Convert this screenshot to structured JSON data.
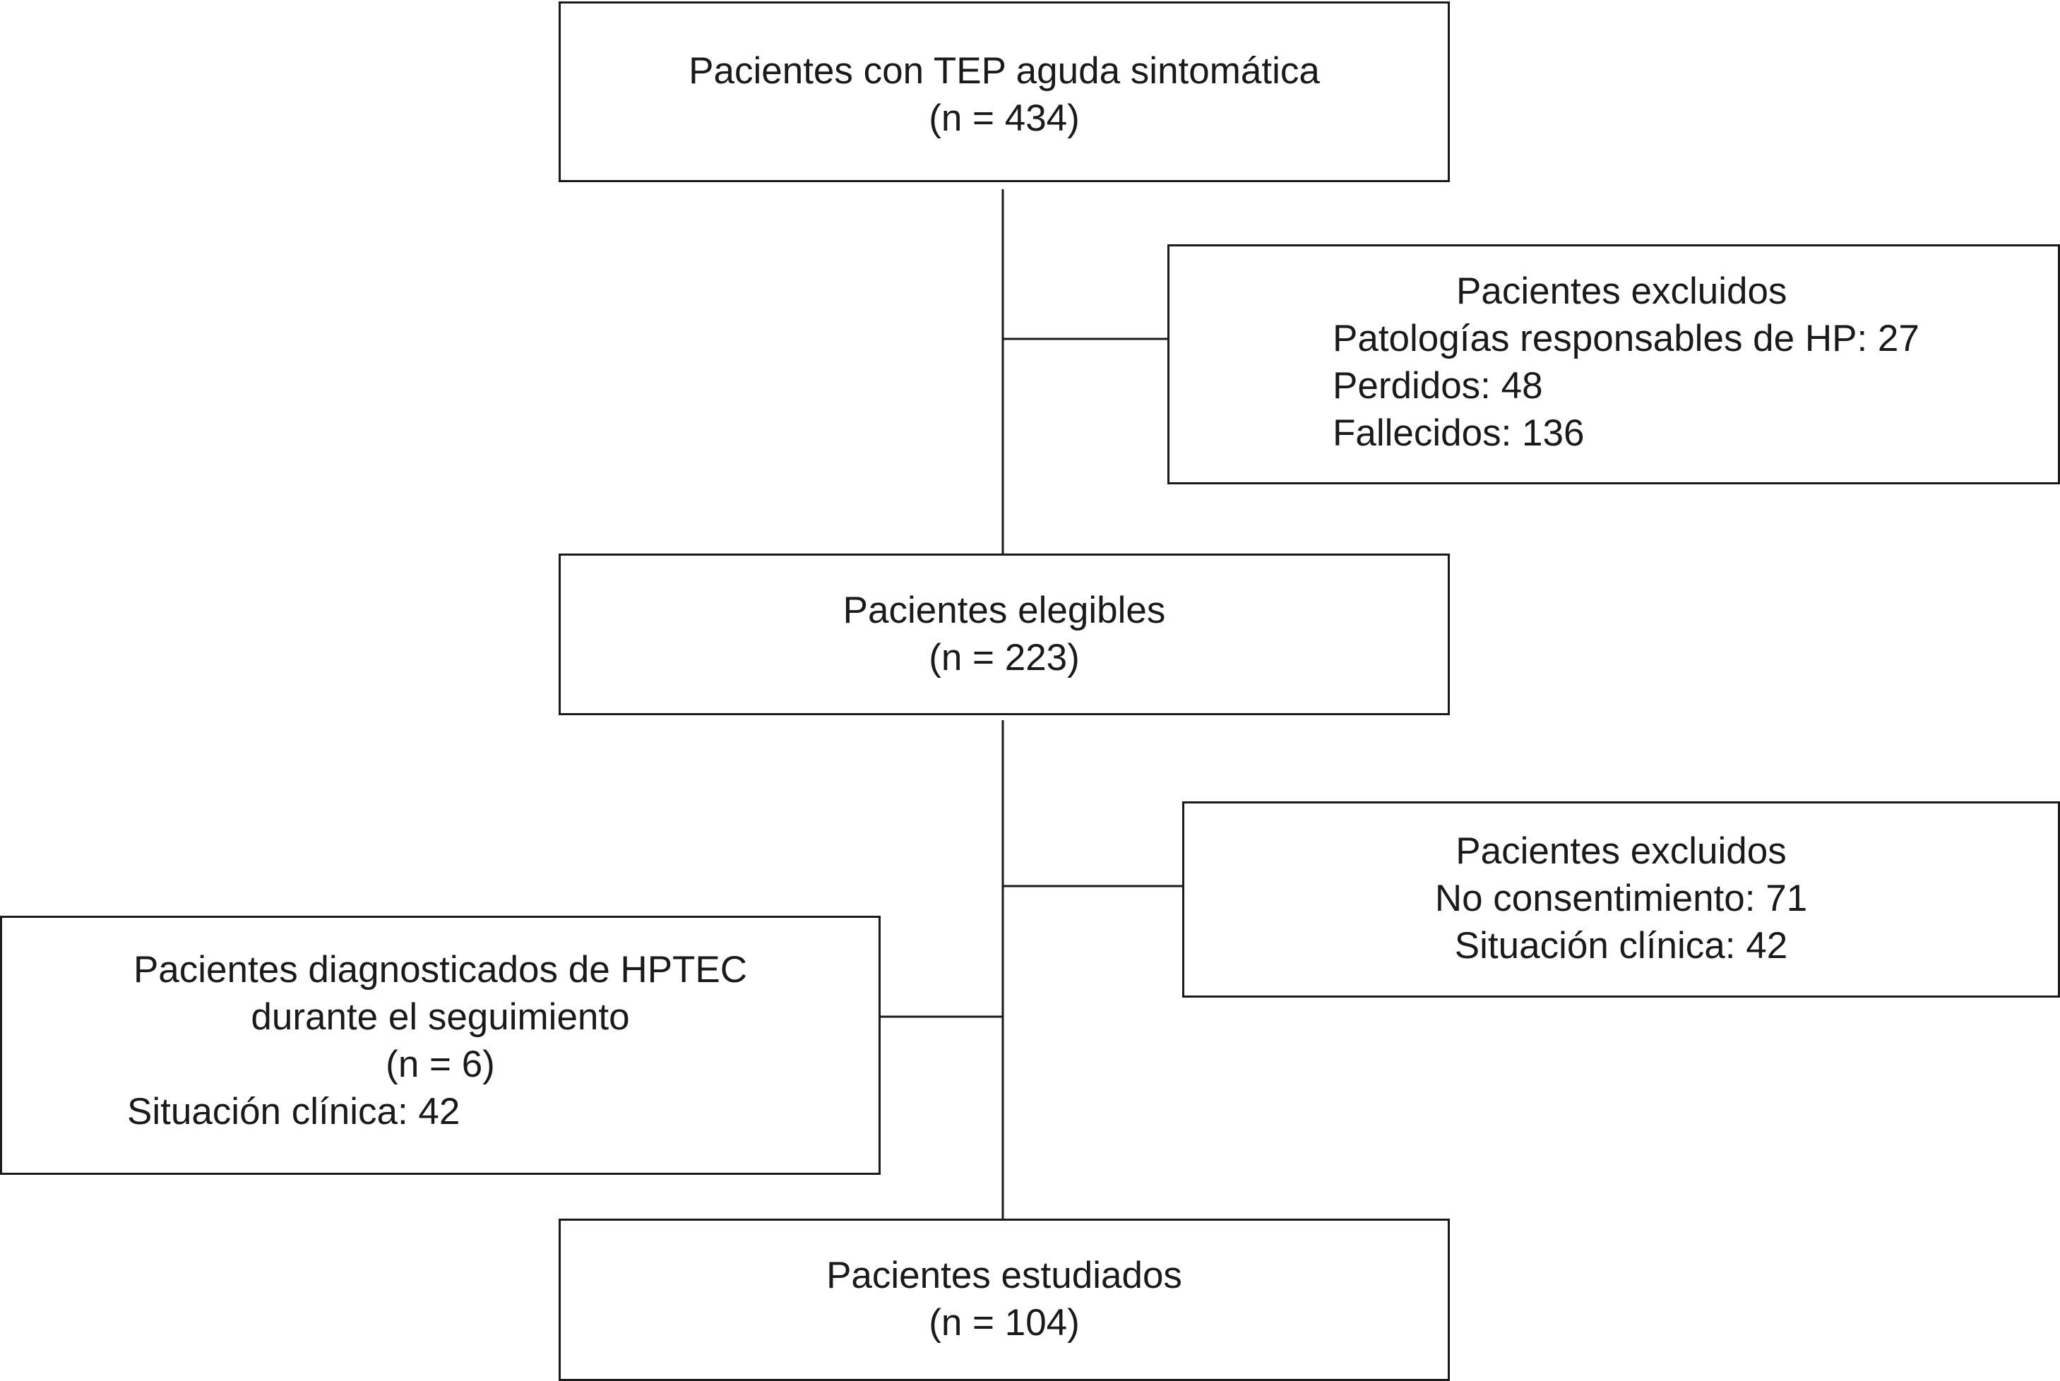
{
  "flowchart": {
    "initial": {
      "title": "Pacientes con TEP aguda sintomática",
      "count": "(n = 434)"
    },
    "excluded_1": {
      "title": "Pacientes excluidos",
      "items": [
        "Patologías responsables de HP: 27",
        "Perdidos: 48",
        "Fallecidos: 136"
      ]
    },
    "eligible": {
      "title": "Pacientes elegibles",
      "count": "(n = 223)"
    },
    "excluded_2": {
      "title": "Pacientes excluidos",
      "items": [
        "No consentimiento: 71",
        "Situación clínica: 42"
      ]
    },
    "hptec": {
      "title_line1": "Pacientes diagnosticados de HPTEC",
      "title_line2": "durante el seguimiento",
      "count": "(n = 6)",
      "detail": "Situación clínica: 42"
    },
    "studied": {
      "title": "Pacientes estudiados",
      "count": "(n = 104)"
    }
  },
  "colors": {
    "line": "#1a1a1a",
    "background": "#ffffff"
  }
}
